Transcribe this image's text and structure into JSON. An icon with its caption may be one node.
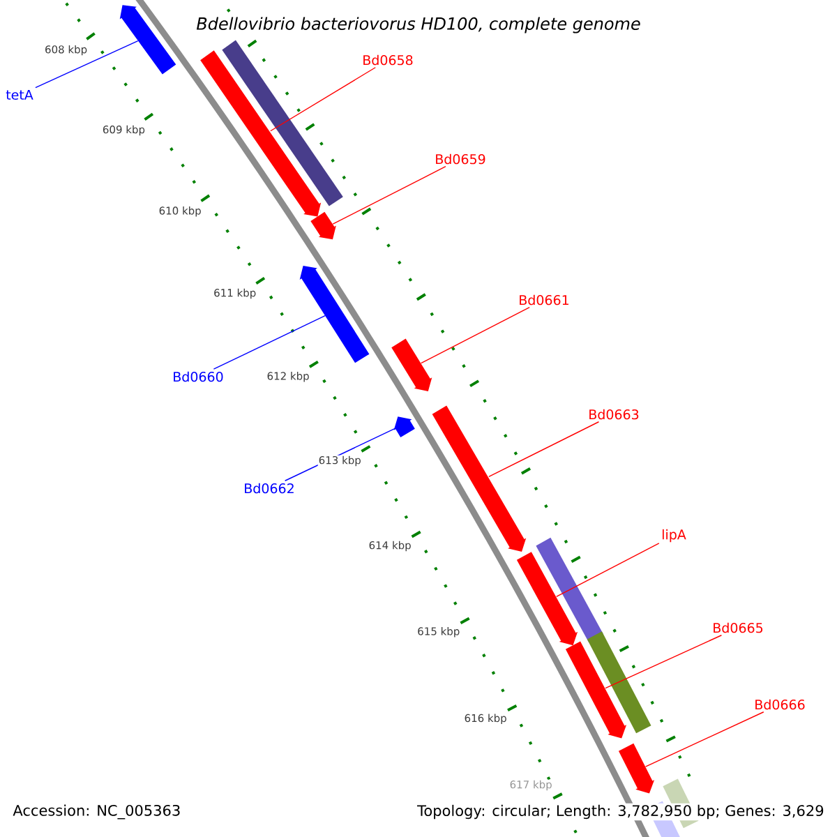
{
  "diagram": {
    "title": "Bdellovibrio bacteriovorus HD100, complete genome",
    "nodes": [
      {
        "text": [
          "tetA"
        ]
      },
      {
        "text": [
          "Bd0658"
        ]
      },
      {
        "text": [
          "Bd0659"
        ]
      },
      {
        "text": [
          "Bd0661"
        ]
      },
      {
        "text": [
          "Bd0660"
        ]
      },
      {
        "text": [
          "Bd0663"
        ]
      },
      {
        "text": [
          "Bd0662"
        ]
      },
      {
        "text": [
          "lipA"
        ]
      },
      {
        "text": [
          "Bd0665"
        ]
      },
      {
        "text": [
          "Bd0666"
        ]
      },
      {
        "text": [],
        "shape": "arrow"
      },
      {
        "text": [],
        "shape": "arrow"
      },
      {
        "text": [],
        "shape": "arrow"
      },
      {
        "text": [],
        "shape": "arrow"
      },
      {
        "text": [],
        "shape": "arrow"
      },
      {
        "text": [],
        "shape": "arrow"
      },
      {
        "text": [],
        "shape": "arrow"
      },
      {
        "text": [],
        "shape": "arrow"
      },
      {
        "text": [],
        "shape": "arrow"
      },
      {
        "text": [],
        "shape": "arrow"
      },
      {
        "text": [],
        "shape": "bar"
      },
      {
        "text": [],
        "shape": "bar"
      },
      {
        "text": [],
        "shape": "bar"
      },
      {
        "text": [],
        "shape": "bar"
      },
      {
        "text": [],
        "shape": "bar"
      }
    ],
    "edges": [
      {
        "from": 0,
        "to": 10,
        "arrow": "none",
        "color": "#0000ff"
      },
      {
        "from": 1,
        "to": 11,
        "arrow": "none"
      },
      {
        "from": 2,
        "to": 12,
        "arrow": "none"
      },
      {
        "from": 3,
        "to": 14,
        "arrow": "none"
      },
      {
        "from": 4,
        "to": 13,
        "arrow": "none",
        "color": "#0000ff"
      },
      {
        "from": 5,
        "to": 16,
        "arrow": "none"
      },
      {
        "from": 6,
        "to": 15,
        "arrow": "none",
        "color": "#0000ff"
      },
      {
        "from": 7,
        "to": 17,
        "arrow": "none"
      },
      {
        "from": 8,
        "to": 18,
        "arrow": "none"
      },
      {
        "from": 9,
        "to": 19,
        "arrow": "none"
      }
    ],
    "labels": [
      "608 kbp",
      "609 kbp",
      "610 kbp",
      "611 kbp",
      "612 kbp",
      "613 kbp",
      "614 kbp",
      "615 kbp",
      "616 kbp",
      "617 kbp",
      "Accession: NC_005363",
      "Topology: circular; Length: 3,782,950 bp; Genes: 3,629"
    ]
  }
}
